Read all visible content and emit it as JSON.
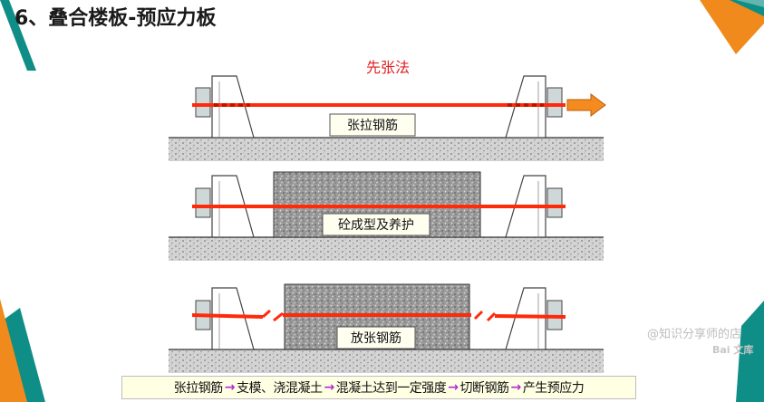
{
  "slide": {
    "title": "6、叠合楼板-预应力板"
  },
  "diagram": {
    "method_title": "先张法",
    "stages": [
      {
        "label": "张拉钢筋"
      },
      {
        "label": "砼成型及养护"
      },
      {
        "label": "放张钢筋"
      }
    ]
  },
  "process": {
    "steps": [
      "张拉钢筋",
      "支模、浇混凝土",
      "混凝土达到一定强度",
      "切断钢筋",
      "产生预应力"
    ]
  },
  "watermark": {
    "text": "@知识分享师的店",
    "logo": "Bai 文库"
  },
  "colors": {
    "accent_teal": "#0e8e86",
    "accent_orange": "#f08a1d",
    "tendon_red": "#ff2a0a",
    "arrow_orange": "#f58a1f",
    "process_arrow": "#b22ad0"
  }
}
